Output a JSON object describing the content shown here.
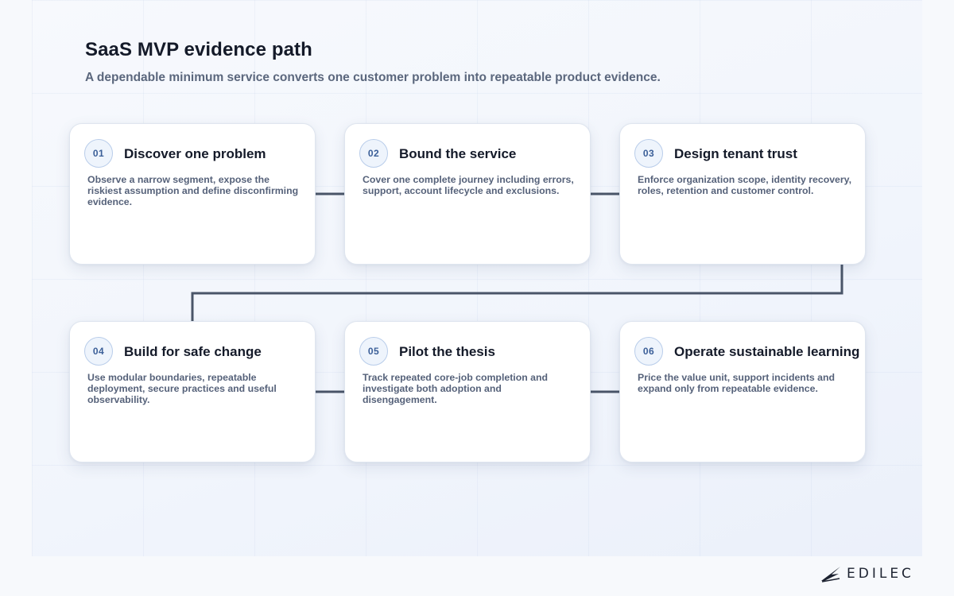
{
  "header": {
    "title": "SaaS MVP evidence path",
    "subtitle": "A dependable minimum service converts one customer problem into repeatable product evidence."
  },
  "steps": [
    {
      "number": "01",
      "title": "Discover one problem",
      "text": "Observe a narrow segment, expose the riskiest assumption and define disconfirming evidence."
    },
    {
      "number": "02",
      "title": "Bound the service",
      "text": "Cover one complete journey including errors, support, account lifecycle and exclusions."
    },
    {
      "number": "03",
      "title": "Design tenant trust",
      "text": "Enforce organization scope, identity recovery, roles, retention and customer control."
    },
    {
      "number": "04",
      "title": "Build for safe change",
      "text": "Use modular boundaries, repeatable deployment, secure practices and useful observability."
    },
    {
      "number": "05",
      "title": "Pilot the thesis",
      "text": "Track repeated core-job completion and investigate both adoption and disengagement."
    },
    {
      "number": "06",
      "title": "Operate sustainable learning",
      "text": "Price the value unit, support incidents and expand only from repeatable evidence."
    }
  ],
  "brand": {
    "name": "EDILEC",
    "icon": "edilec-logo-mark"
  },
  "colors": {
    "connector": "#4a5568",
    "badge_border": "#b9cdea",
    "badge_text": "#3b5f98"
  }
}
